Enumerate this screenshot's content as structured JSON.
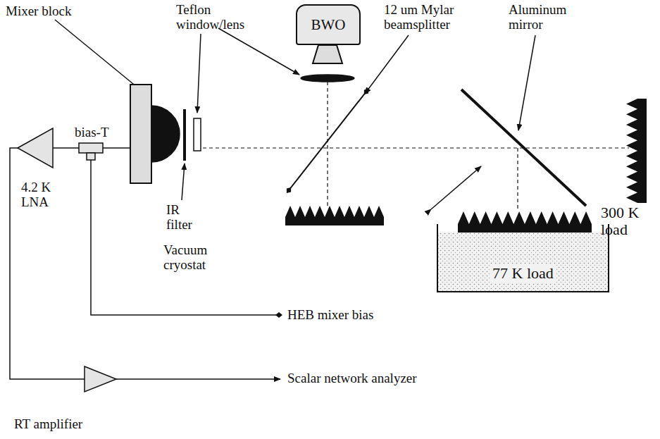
{
  "diagram": {
    "nodes": [
      {
        "text": [
          "BWO"
        ]
      },
      {
        "text": [
          "77 K load"
        ]
      }
    ],
    "labels": [
      "Mixer block",
      "Teflon window/lens",
      "12 um Mylar beamsplitter",
      "Aluminum mirror",
      "bias-T",
      "4.2 K LNA",
      "IR filter",
      "Vacuum cryostat",
      "HEB mixer bias",
      "Scalar network analyzer",
      "RT amplifier",
      "300 K load"
    ]
  }
}
